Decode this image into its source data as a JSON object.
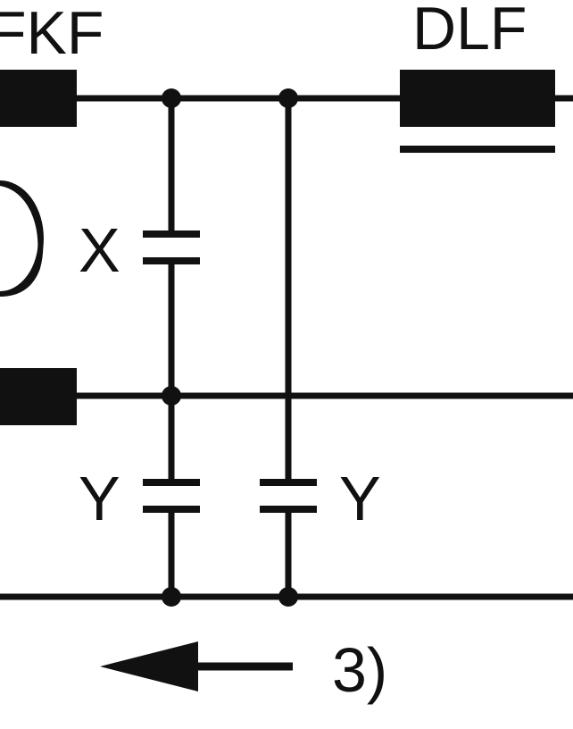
{
  "labels": {
    "fkf": "FKF",
    "dlf": "DLF",
    "x_cap": "X",
    "y_cap_left": "Y",
    "y_cap_right": "Y",
    "note_ref": "3)"
  },
  "colors": {
    "ink": "#111111",
    "background": "#ffffff"
  },
  "icons": {
    "arrow": "left-arrow-icon"
  }
}
